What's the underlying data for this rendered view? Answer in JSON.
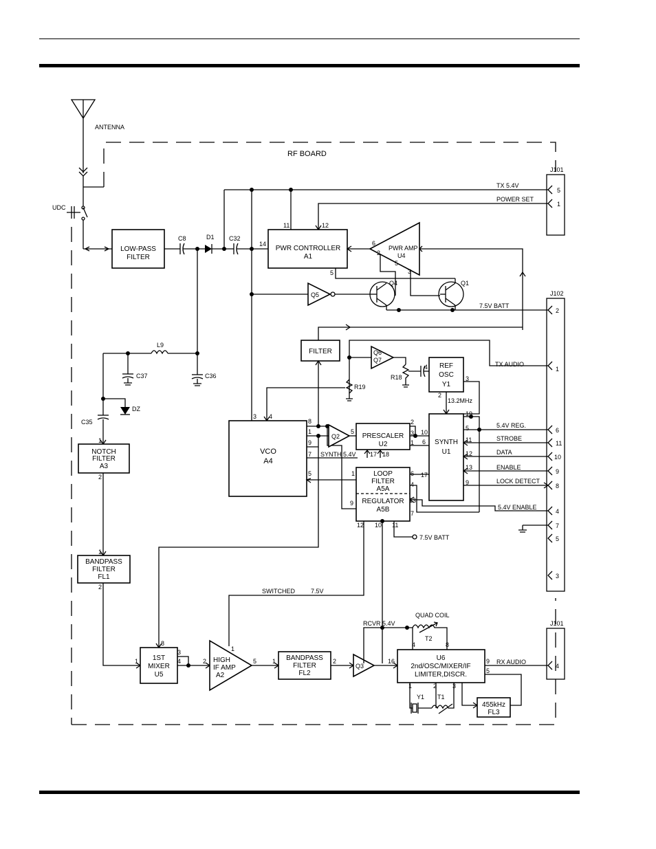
{
  "labels": {
    "antenna": "ANTENNA",
    "rf_board": "RF BOARD",
    "udc": "UDC",
    "lowpass_1": "LOW-PASS",
    "lowpass_2": "FILTER",
    "c8": "C8",
    "d1": "D1",
    "c32": "C32",
    "pwr_ctrl_1": "PWR CONTROLLER",
    "pwr_ctrl_2": "A1",
    "pwr_amp_1": "PWR AMP",
    "pwr_amp_2": "U4",
    "q5": "Q5",
    "q4": "Q4",
    "q1": "Q1",
    "l9": "L9",
    "c37": "C37",
    "c36": "C36",
    "dz": "DZ",
    "c35": "C35",
    "filter": "FILTER",
    "q6q7_1": "Q6",
    "q6q7_2": "Q7",
    "r18": "R18",
    "r19": "R19",
    "ref_osc_1": "REF",
    "ref_osc_2": "OSC",
    "ref_osc_3": "Y1",
    "freq": "13.2MHz",
    "notch_1": "NOTCH",
    "notch_2": "FILTER",
    "notch_3": "A3",
    "vco_1": "VCO",
    "vco_2": "A4",
    "q2": "Q2",
    "prescaler_1": "PRESCALER",
    "prescaler_2": "U2",
    "synth_1": "SYNTH",
    "synth_2": "U1",
    "synth_54": "SYNTH 5.4V",
    "loop_1": "LOOP",
    "loop_2": "FILTER",
    "loop_3": "A5A",
    "reg_1": "REGULATOR",
    "reg_2": "A5B",
    "batt75_b": "7.5V BATT",
    "bp1_1": "BANDPASS",
    "bp1_2": "FILTER",
    "bp1_3": "FL1",
    "switched": "SWITCHED",
    "switched_v": "7.5V",
    "mixer_1": "1ST",
    "mixer_2": "MIXER",
    "mixer_3": "U5",
    "hif_1": "HIGH",
    "hif_2": "IF AMP",
    "hif_3": "A2",
    "bp2_1": "BANDPASS",
    "bp2_2": "FILTER",
    "bp2_3": "FL2",
    "q3": "Q3",
    "rcvr": "RCVR 5.4V",
    "quad": "QUAD COIL",
    "t2": "T2",
    "u6_1": "U6",
    "u6_2": "2nd/OSC/MIXER/IF",
    "u6_3": "LIMITER,DISCR.",
    "y1": "Y1",
    "t1": "T1",
    "fl3_1": "455kHz",
    "fl3_2": "FL3",
    "j101": "J101",
    "j102": "J102",
    "j101b": "J101",
    "tx54": "TX 5.4V",
    "power_set": "POWER SET",
    "batt75": "7.5V BATT",
    "tx_audio": "TX AUDIO",
    "reg54": "5.4V REG.",
    "strobe": "STROBE",
    "data": "DATA",
    "enable": "ENABLE",
    "lock": "LOCK DETECT",
    "en54": "5.4V ENABLE",
    "rx_audio": "RX AUDIO"
  },
  "pins": {
    "j101_5": "5",
    "j101_1": "1",
    "j102_2": "2",
    "j102_1": "1",
    "j102_6": "6",
    "j102_11": "11",
    "j102_10": "10",
    "j102_9": "9",
    "j102_8": "8",
    "j102_4": "4",
    "j102_7": "7",
    "j102_5": "5",
    "j102_3": "3",
    "j101b_4": "4",
    "a1_11": "11",
    "a1_12": "12",
    "a1_14": "14",
    "a1_5": "5",
    "u4_6": "6",
    "u4_2": "2",
    "u4_5": "5",
    "u4_3": "3",
    "a3_1": "1",
    "a3_2": "2",
    "a4_3": "3",
    "a4_4": "4",
    "a4_8": "8",
    "a4_1": "1",
    "a4_9": "9",
    "a4_7": "7",
    "a4_5": "5",
    "u2_5": "5",
    "u2_2": "2",
    "u2_3": "3",
    "u2_1": "1",
    "u1_4": "4",
    "u1_2": "2",
    "u1_3": "3",
    "u1_19": "19",
    "u1_10": "10",
    "u1_6": "6",
    "u1_5": "5",
    "u1_11": "11",
    "u1_12": "12",
    "u1_13": "13",
    "u1_9": "9",
    "u1_17": "17",
    "a5_1": "1",
    "a5_6": "6",
    "a5_4": "4",
    "a5_9": "9",
    "a5_13": "13",
    "a5_7": "7",
    "a5_12": "12",
    "a5_10": "10",
    "a5_11": "11",
    "a5_17": "17",
    "a5_18": "18",
    "fl1_1": "1",
    "fl1_2": "2",
    "u5_8": "8",
    "u5_3": "3",
    "u5_4": "4",
    "u5_1": "1",
    "a2_2": "2",
    "a2_1": "1",
    "a2_5": "5",
    "fl2_1": "1",
    "fl2_2": "2",
    "u6_16": "16",
    "u6_4": "4",
    "u6_8": "8",
    "u6_9": "9",
    "u6_5": "5",
    "u6_1": "1",
    "u6_2": "2",
    "u6_3": "3",
    "y1_3": "3",
    "y1_2": "2"
  }
}
